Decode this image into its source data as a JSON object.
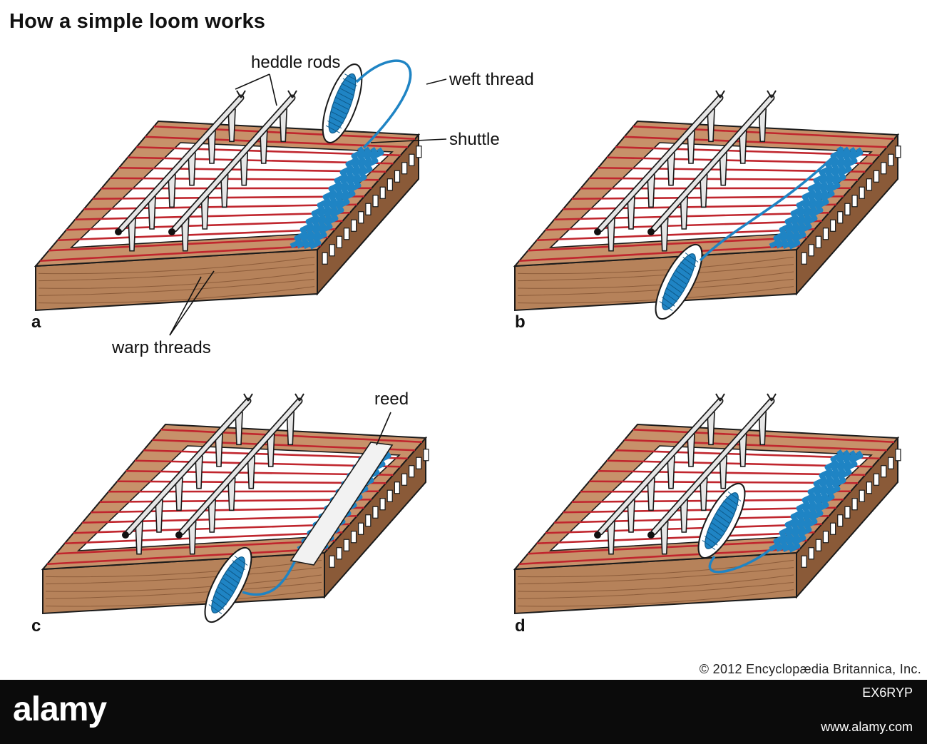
{
  "title": "How a simple loom works",
  "panels": [
    {
      "label": "a",
      "shuttle_position": "top"
    },
    {
      "label": "b",
      "shuttle_position": "front-right"
    },
    {
      "label": "c",
      "shuttle_position": "front-left"
    },
    {
      "label": "d",
      "shuttle_position": "middle"
    }
  ],
  "callouts": {
    "heddle_rods": "heddle rods",
    "weft_thread": "weft thread",
    "shuttle": "shuttle",
    "warp_threads": "warp threads",
    "reed": "reed"
  },
  "copyright": "© 2012 Encyclopædia Britannica, Inc.",
  "footer": {
    "logo": "alamy",
    "image_code": "EX6RYP",
    "url": "www.alamy.com"
  },
  "colors": {
    "wood": "#b6825a",
    "wood_dark": "#8a5a38",
    "warp": "#c0262e",
    "weft": "#1f84c4",
    "metal": "#e6e6e6",
    "outline": "#1a1a1a"
  }
}
